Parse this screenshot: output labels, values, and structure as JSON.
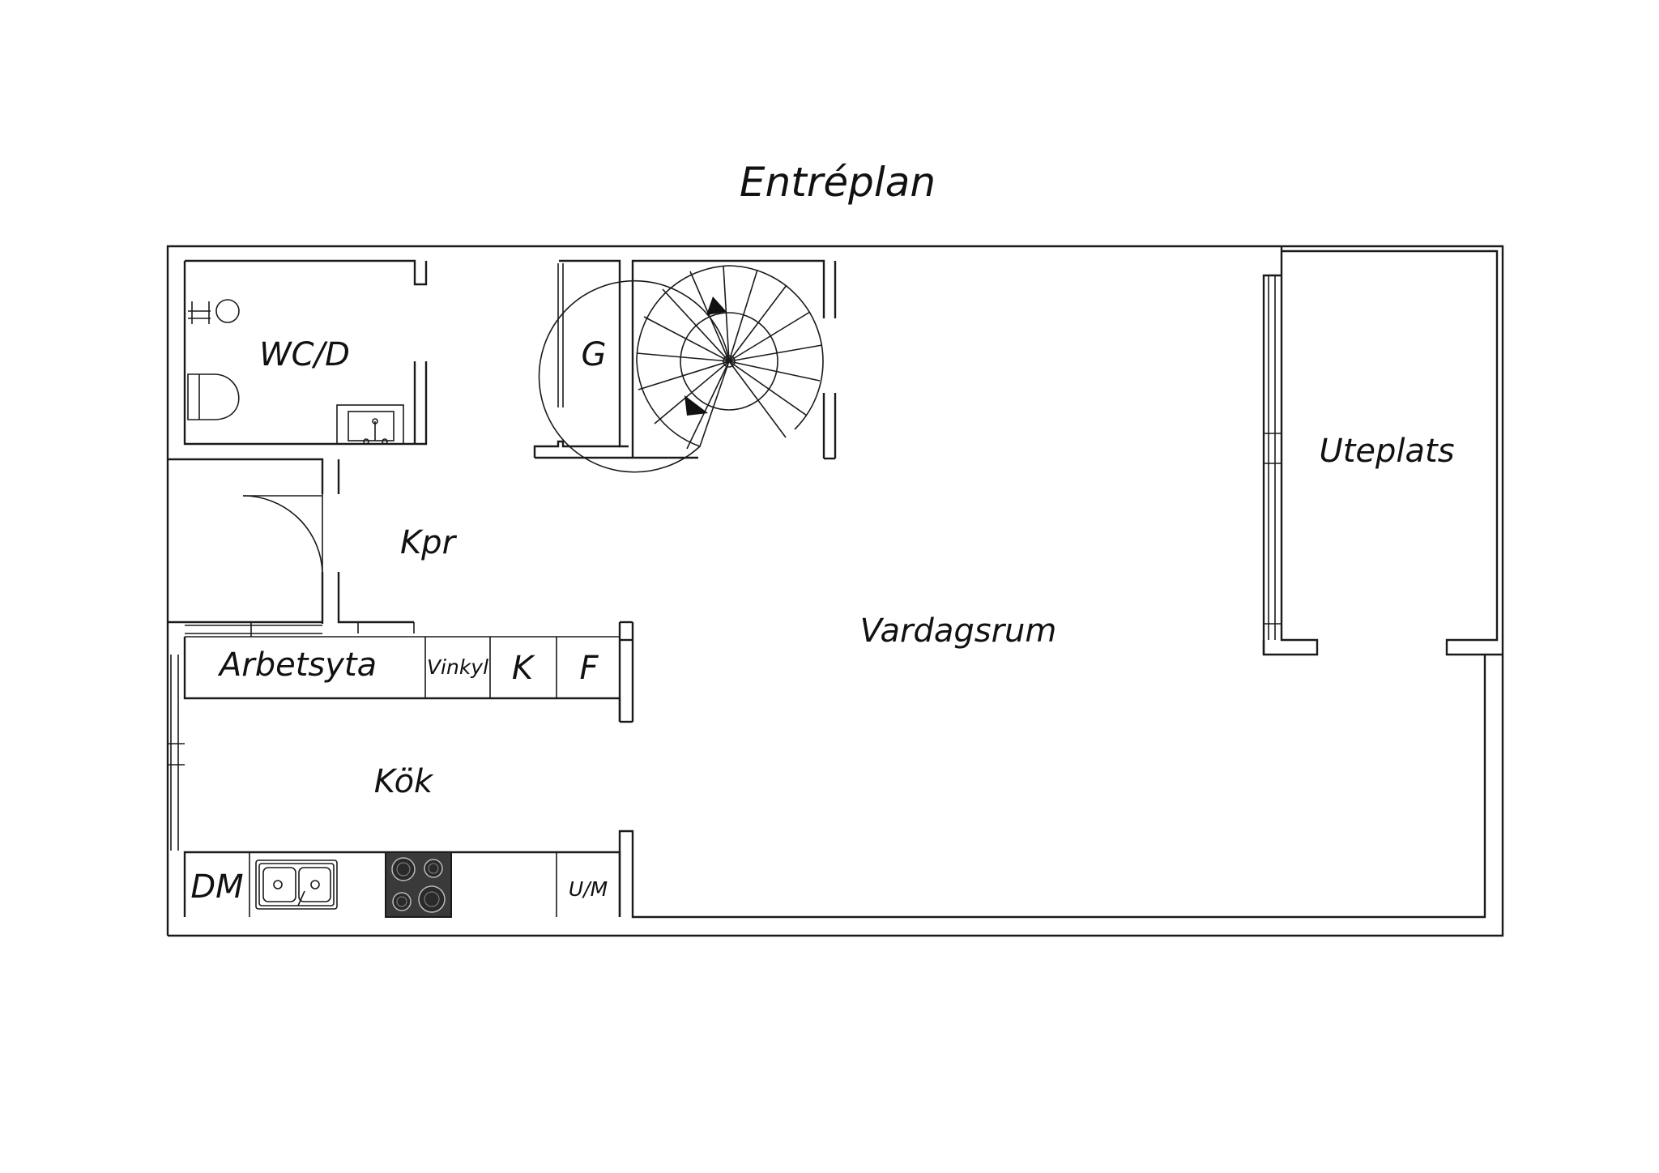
{
  "title": "Entréplan",
  "rooms": {
    "wc_d": "WC/D",
    "g": "G",
    "kpr": "Kpr",
    "uteplats": "Uteplats",
    "vardagsrum": "Vardagsrum",
    "kok": "Kök"
  },
  "fixtures": {
    "arbetsyta": "Arbetsyta",
    "vinkyl": "Vinkyl",
    "k": "K",
    "f": "F",
    "dm": "DM",
    "um": "U/M"
  },
  "colors": {
    "lines": "#1a1a1a",
    "background": "#ffffff",
    "stove": "#3a3a3a"
  }
}
